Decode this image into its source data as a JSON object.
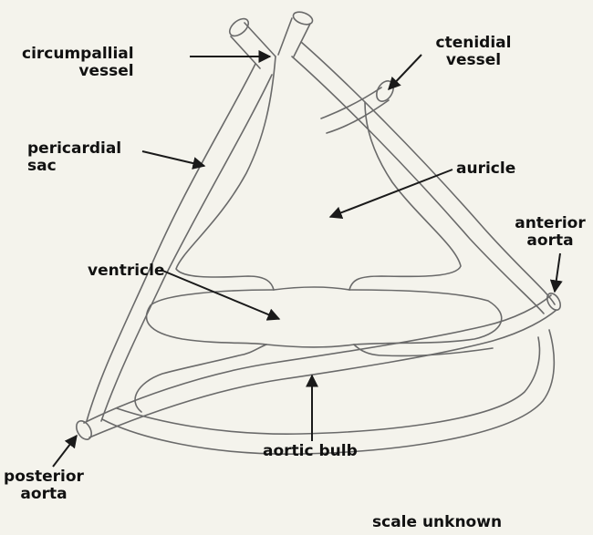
{
  "labels": {
    "circumpallial_vessel": [
      "circumpallial",
      "vessel"
    ],
    "ctenidial_vessel": [
      "ctenidial",
      "vessel"
    ],
    "pericardial_sac": [
      "pericardial",
      "sac"
    ],
    "auricle": "auricle",
    "anterior_aorta": [
      "anterior",
      "aorta"
    ],
    "ventricle": "ventricle",
    "aortic_bulb": "aortic bulb",
    "posterior_aorta": [
      "posterior",
      "aorta"
    ],
    "scale_note": "scale unknown"
  },
  "colors": {
    "background": "#f4f3ec",
    "ink": "#1a1a1a",
    "outline": "#6a6a6a"
  }
}
